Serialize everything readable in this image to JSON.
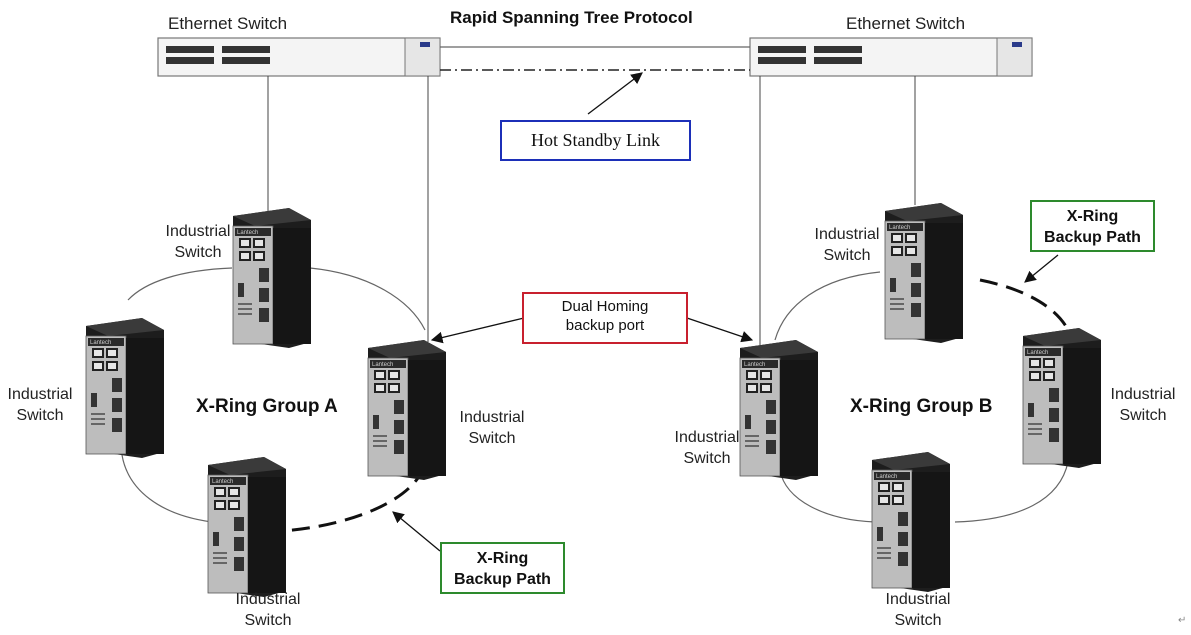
{
  "title": "Rapid Spanning Tree Protocol",
  "core_switches": [
    {
      "label": "Ethernet Switch"
    },
    {
      "label": "Ethernet Switch"
    }
  ],
  "hot_standby": "Hot Standby Link",
  "dual_homing": "Dual Homing\nbackup port",
  "groups": [
    {
      "name": "X-Ring Group A",
      "backup_path": "X-Ring\nBackup Path",
      "switches": [
        "Industrial\nSwitch",
        "Industrial\nSwitch",
        "Industrial\nSwitch",
        "Industrial\nSwitch"
      ]
    },
    {
      "name": "X-Ring Group B",
      "backup_path": "X-Ring\nBackup Path",
      "switches": [
        "Industrial\nSwitch",
        "Industrial\nSwitch",
        "Industrial\nSwitch",
        "Industrial\nSwitch"
      ]
    }
  ],
  "device_brand": "Lantech",
  "return_mark": "↵"
}
